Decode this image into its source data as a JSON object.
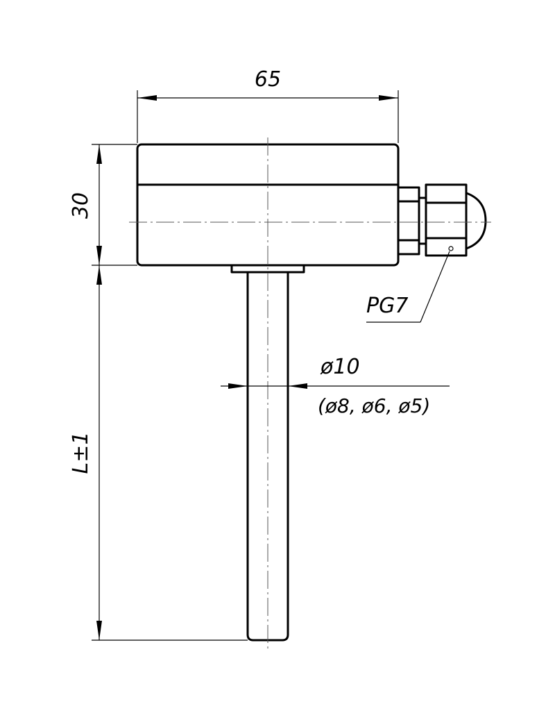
{
  "dimensions": {
    "width": "65",
    "height": "30",
    "length": "L±1",
    "diameter": "ø10",
    "diameter_alternatives": "(ø8, ø6, ø5)"
  },
  "callouts": {
    "cable_gland": "PG7"
  },
  "colors": {
    "line": "#000000",
    "background": "#ffffff"
  }
}
